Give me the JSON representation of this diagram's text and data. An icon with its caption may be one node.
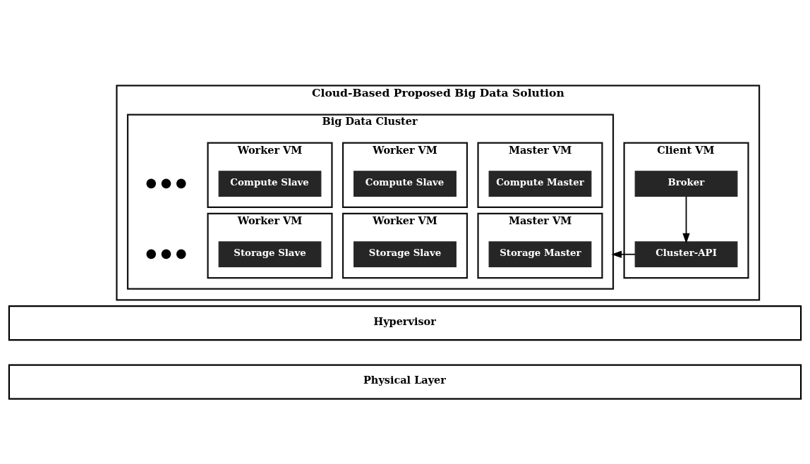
{
  "diagram": {
    "nodes": [
      {
        "text": [
          "Cloud-Based Proposed Big Data Solution"
        ]
      },
      {
        "text": [
          "Client VM"
        ],
        "in": 0
      },
      {
        "text": [
          "Broker"
        ],
        "in": 1
      },
      {
        "text": [
          "Cluster-API"
        ],
        "in": 1
      },
      {
        "text": [
          "Big Data Cluster"
        ],
        "in": 0
      },
      {
        "text": [
          "Master VM"
        ],
        "in": 4
      },
      {
        "text": [
          "Compute Master"
        ],
        "in": 5
      },
      {
        "text": [
          "Worker VM"
        ],
        "in": 4
      },
      {
        "text": [
          "Compute Slave"
        ],
        "in": 7
      },
      {
        "text": [
          "Worker VM"
        ],
        "in": 4
      },
      {
        "text": [
          "Compute Slave"
        ],
        "in": 9
      },
      {
        "text": [
          "Master VM"
        ],
        "in": 4
      },
      {
        "text": [
          "Storage Master"
        ],
        "in": 11
      },
      {
        "text": [
          "Worker VM"
        ],
        "in": 4
      },
      {
        "text": [
          "Storage Slave"
        ],
        "in": 13
      },
      {
        "text": [
          "Worker VM"
        ],
        "in": 4
      },
      {
        "text": [
          "Storage Slave"
        ],
        "in": 15
      },
      {
        "text": [
          "Hypervisor"
        ]
      },
      {
        "text": [
          "Physical Layer"
        ]
      }
    ],
    "edges": [
      {
        "from": 2,
        "to": 3,
        "arrow": "to"
      },
      {
        "from": 3,
        "to": 4,
        "arrow": "to"
      }
    ],
    "labels": [
      "● ● ●",
      "● ● ●"
    ]
  }
}
